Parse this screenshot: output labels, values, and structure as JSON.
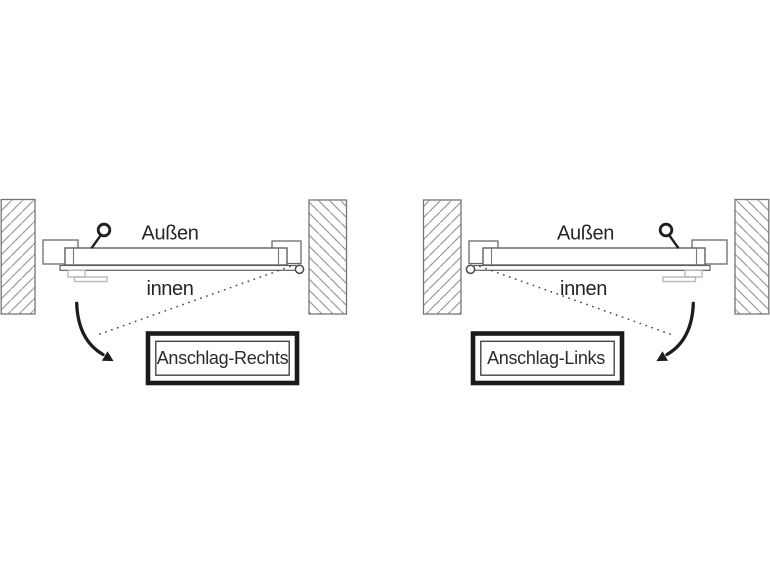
{
  "page": {
    "background": "#ffffff"
  },
  "diagrams": [
    {
      "name": "hinge-right",
      "hinge_side": "right",
      "outside_label": "Außen",
      "inside_label": "innen",
      "box_label": "Anschlag-Rechts"
    },
    {
      "name": "hinge-left",
      "hinge_side": "left",
      "outside_label": "Außen",
      "inside_label": "innen",
      "box_label": "Anschlag-Links"
    }
  ],
  "colors": {
    "background": "#ffffff",
    "wall_hatch": "#9a9a9a",
    "wall_border": "#757575",
    "door_stroke": "#5f5f5f",
    "detail_light": "#b8b8b8",
    "ink": "#1c1c1c",
    "dotted_line": "#4a4a4a",
    "text": "#262626"
  }
}
